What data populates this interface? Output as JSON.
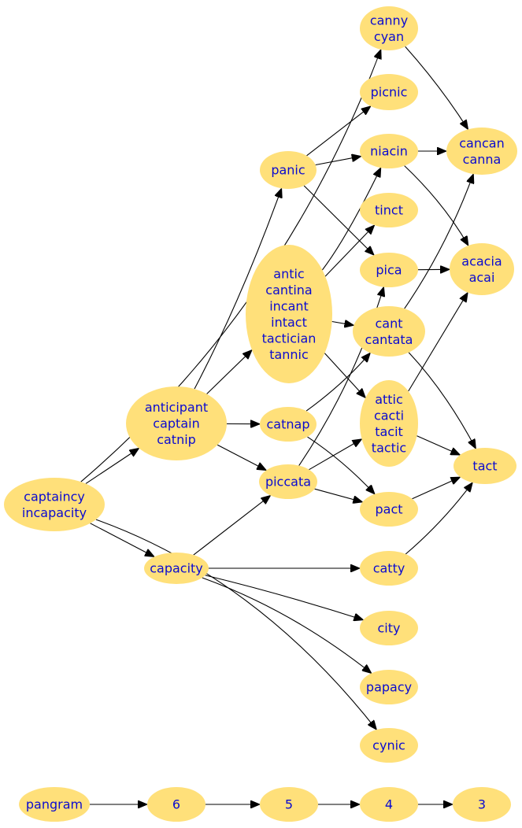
{
  "colors": {
    "node_fill": "#ffe07a",
    "node_text": "#0a0ad0",
    "edge": "#000000",
    "background": "#ffffff"
  },
  "nodes": [
    {
      "id": "captaincy",
      "lines": [
        "captaincy",
        "incapacity"
      ]
    },
    {
      "id": "anticipant",
      "lines": [
        "anticipant",
        "captain",
        "catnip"
      ]
    },
    {
      "id": "capacity",
      "lines": [
        "capacity"
      ]
    },
    {
      "id": "antic",
      "lines": [
        "antic",
        "cantina",
        "incant",
        "intact",
        "tactician",
        "tannic"
      ]
    },
    {
      "id": "panic",
      "lines": [
        "panic"
      ]
    },
    {
      "id": "catnap",
      "lines": [
        "catnap"
      ]
    },
    {
      "id": "piccata",
      "lines": [
        "piccata"
      ]
    },
    {
      "id": "canny",
      "lines": [
        "canny",
        "cyan"
      ]
    },
    {
      "id": "picnic",
      "lines": [
        "picnic"
      ]
    },
    {
      "id": "niacin",
      "lines": [
        "niacin"
      ]
    },
    {
      "id": "tinct",
      "lines": [
        "tinct"
      ]
    },
    {
      "id": "pica",
      "lines": [
        "pica"
      ]
    },
    {
      "id": "cant",
      "lines": [
        "cant",
        "cantata"
      ]
    },
    {
      "id": "attic",
      "lines": [
        "attic",
        "cacti",
        "tacit",
        "tactic"
      ]
    },
    {
      "id": "pact",
      "lines": [
        "pact"
      ]
    },
    {
      "id": "catty",
      "lines": [
        "catty"
      ]
    },
    {
      "id": "city",
      "lines": [
        "city"
      ]
    },
    {
      "id": "papacy",
      "lines": [
        "papacy"
      ]
    },
    {
      "id": "cynic",
      "lines": [
        "cynic"
      ]
    },
    {
      "id": "cancan",
      "lines": [
        "cancan",
        "canna"
      ]
    },
    {
      "id": "acacia",
      "lines": [
        "acacia",
        "acai"
      ]
    },
    {
      "id": "tact",
      "lines": [
        "tact"
      ]
    },
    {
      "id": "pangram",
      "lines": [
        "pangram"
      ]
    },
    {
      "id": "n6",
      "lines": [
        "6"
      ]
    },
    {
      "id": "n5",
      "lines": [
        "5"
      ]
    },
    {
      "id": "n4",
      "lines": [
        "4"
      ]
    },
    {
      "id": "n3",
      "lines": [
        "3"
      ]
    }
  ],
  "edges": [
    {
      "from": "captaincy",
      "to": "canny"
    },
    {
      "from": "captaincy",
      "to": "anticipant"
    },
    {
      "from": "captaincy",
      "to": "capacity"
    },
    {
      "from": "captaincy",
      "to": "cynic"
    },
    {
      "from": "anticipant",
      "to": "panic"
    },
    {
      "from": "anticipant",
      "to": "antic"
    },
    {
      "from": "anticipant",
      "to": "catnap"
    },
    {
      "from": "anticipant",
      "to": "piccata"
    },
    {
      "from": "capacity",
      "to": "piccata"
    },
    {
      "from": "capacity",
      "to": "catty"
    },
    {
      "from": "capacity",
      "to": "city"
    },
    {
      "from": "capacity",
      "to": "papacy"
    },
    {
      "from": "panic",
      "to": "picnic"
    },
    {
      "from": "panic",
      "to": "niacin"
    },
    {
      "from": "panic",
      "to": "pica"
    },
    {
      "from": "antic",
      "to": "niacin"
    },
    {
      "from": "antic",
      "to": "tinct"
    },
    {
      "from": "antic",
      "to": "cant"
    },
    {
      "from": "antic",
      "to": "attic"
    },
    {
      "from": "catnap",
      "to": "cant"
    },
    {
      "from": "catnap",
      "to": "pact"
    },
    {
      "from": "piccata",
      "to": "pica"
    },
    {
      "from": "piccata",
      "to": "attic"
    },
    {
      "from": "piccata",
      "to": "pact"
    },
    {
      "from": "canny",
      "to": "cancan"
    },
    {
      "from": "niacin",
      "to": "cancan"
    },
    {
      "from": "niacin",
      "to": "acacia"
    },
    {
      "from": "pica",
      "to": "acacia"
    },
    {
      "from": "cant",
      "to": "cancan"
    },
    {
      "from": "cant",
      "to": "tact"
    },
    {
      "from": "attic",
      "to": "acacia"
    },
    {
      "from": "attic",
      "to": "tact"
    },
    {
      "from": "pact",
      "to": "tact"
    },
    {
      "from": "catty",
      "to": "tact"
    },
    {
      "from": "pangram",
      "to": "n6"
    },
    {
      "from": "n6",
      "to": "n5"
    },
    {
      "from": "n5",
      "to": "n4"
    },
    {
      "from": "n4",
      "to": "n3"
    }
  ]
}
